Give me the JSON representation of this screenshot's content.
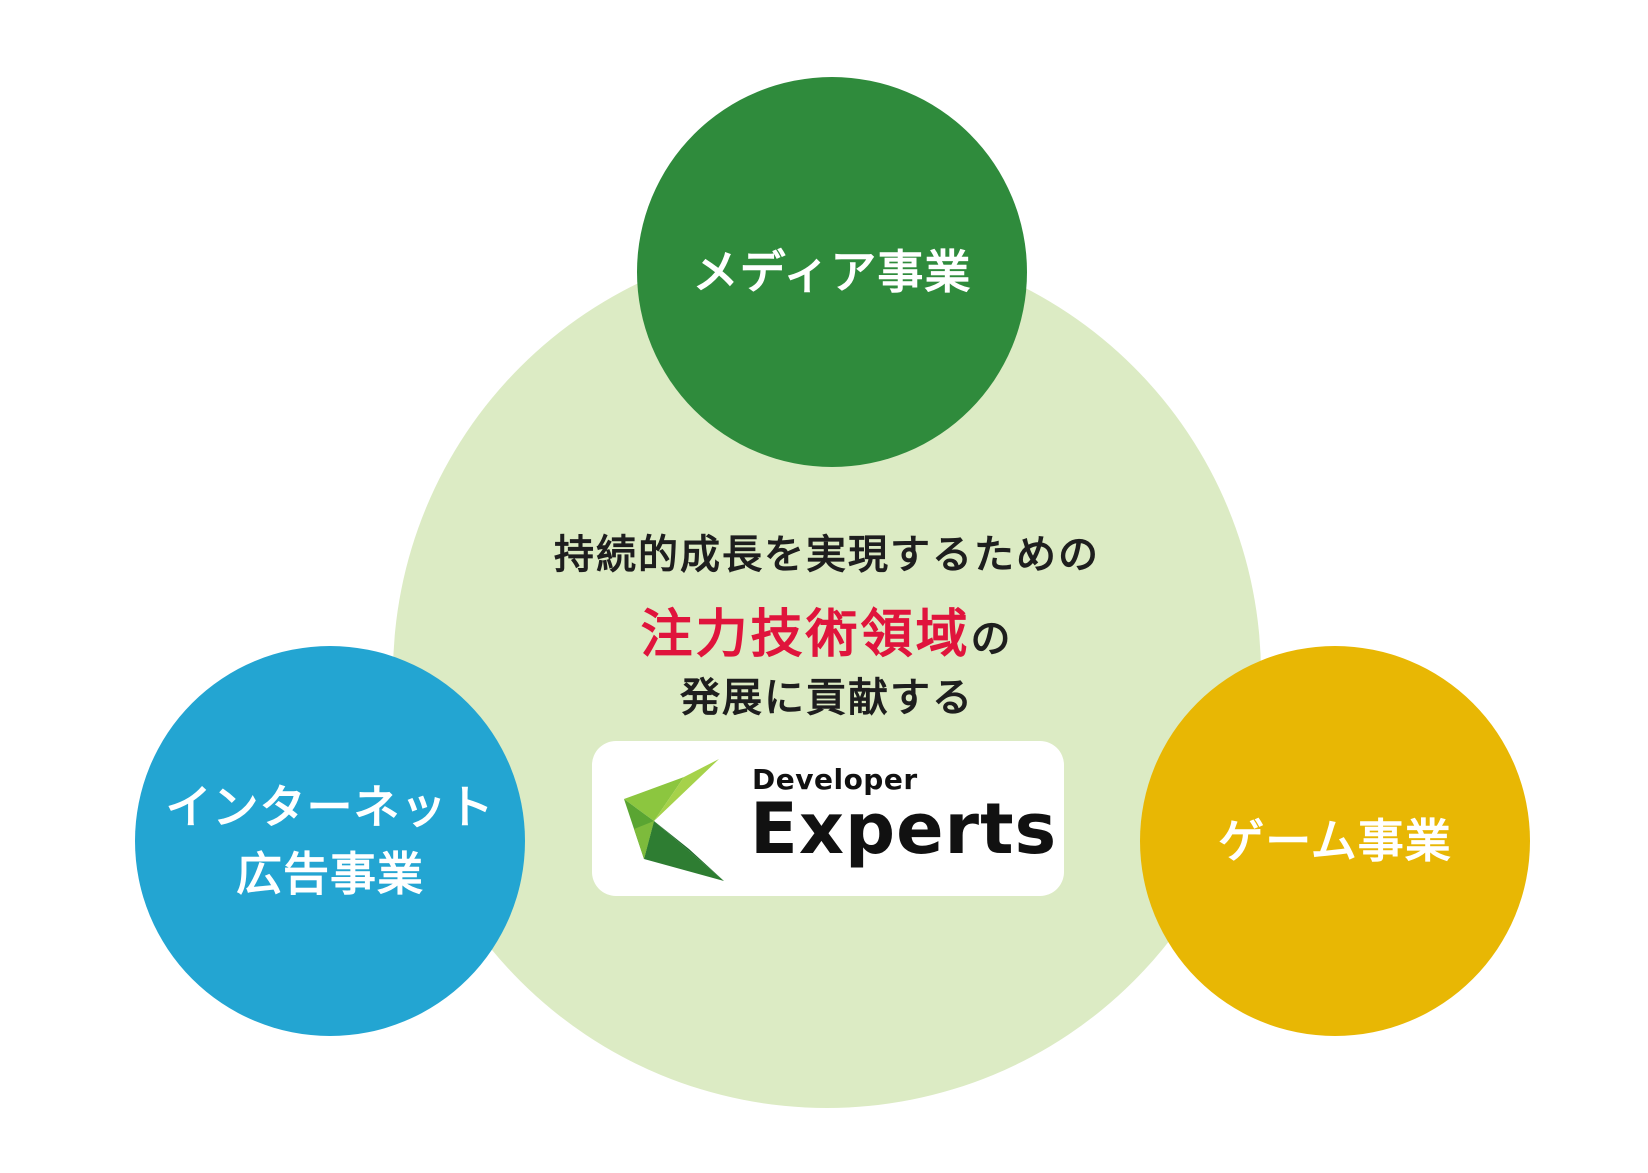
{
  "diagram": {
    "nodes": {
      "media": {
        "label": "メディア事業",
        "color": "#2f8b3c"
      },
      "ad": {
        "label_line1": "インターネット",
        "label_line2": "広告事業",
        "color": "#23a5d2"
      },
      "game": {
        "label": "ゲーム事業",
        "color": "#e8b704"
      }
    },
    "center": {
      "line1": "持続的成長を実現するための",
      "line2_accent": "注力技術領域",
      "line2_suffix": "の",
      "line3": "発展に貢献する",
      "background_color": "#dcebc4",
      "accent_color": "#e0143c"
    },
    "logo": {
      "small_text": "Developer",
      "large_text": "Experts",
      "mark_icon": "green-chevron-logo-icon"
    }
  }
}
